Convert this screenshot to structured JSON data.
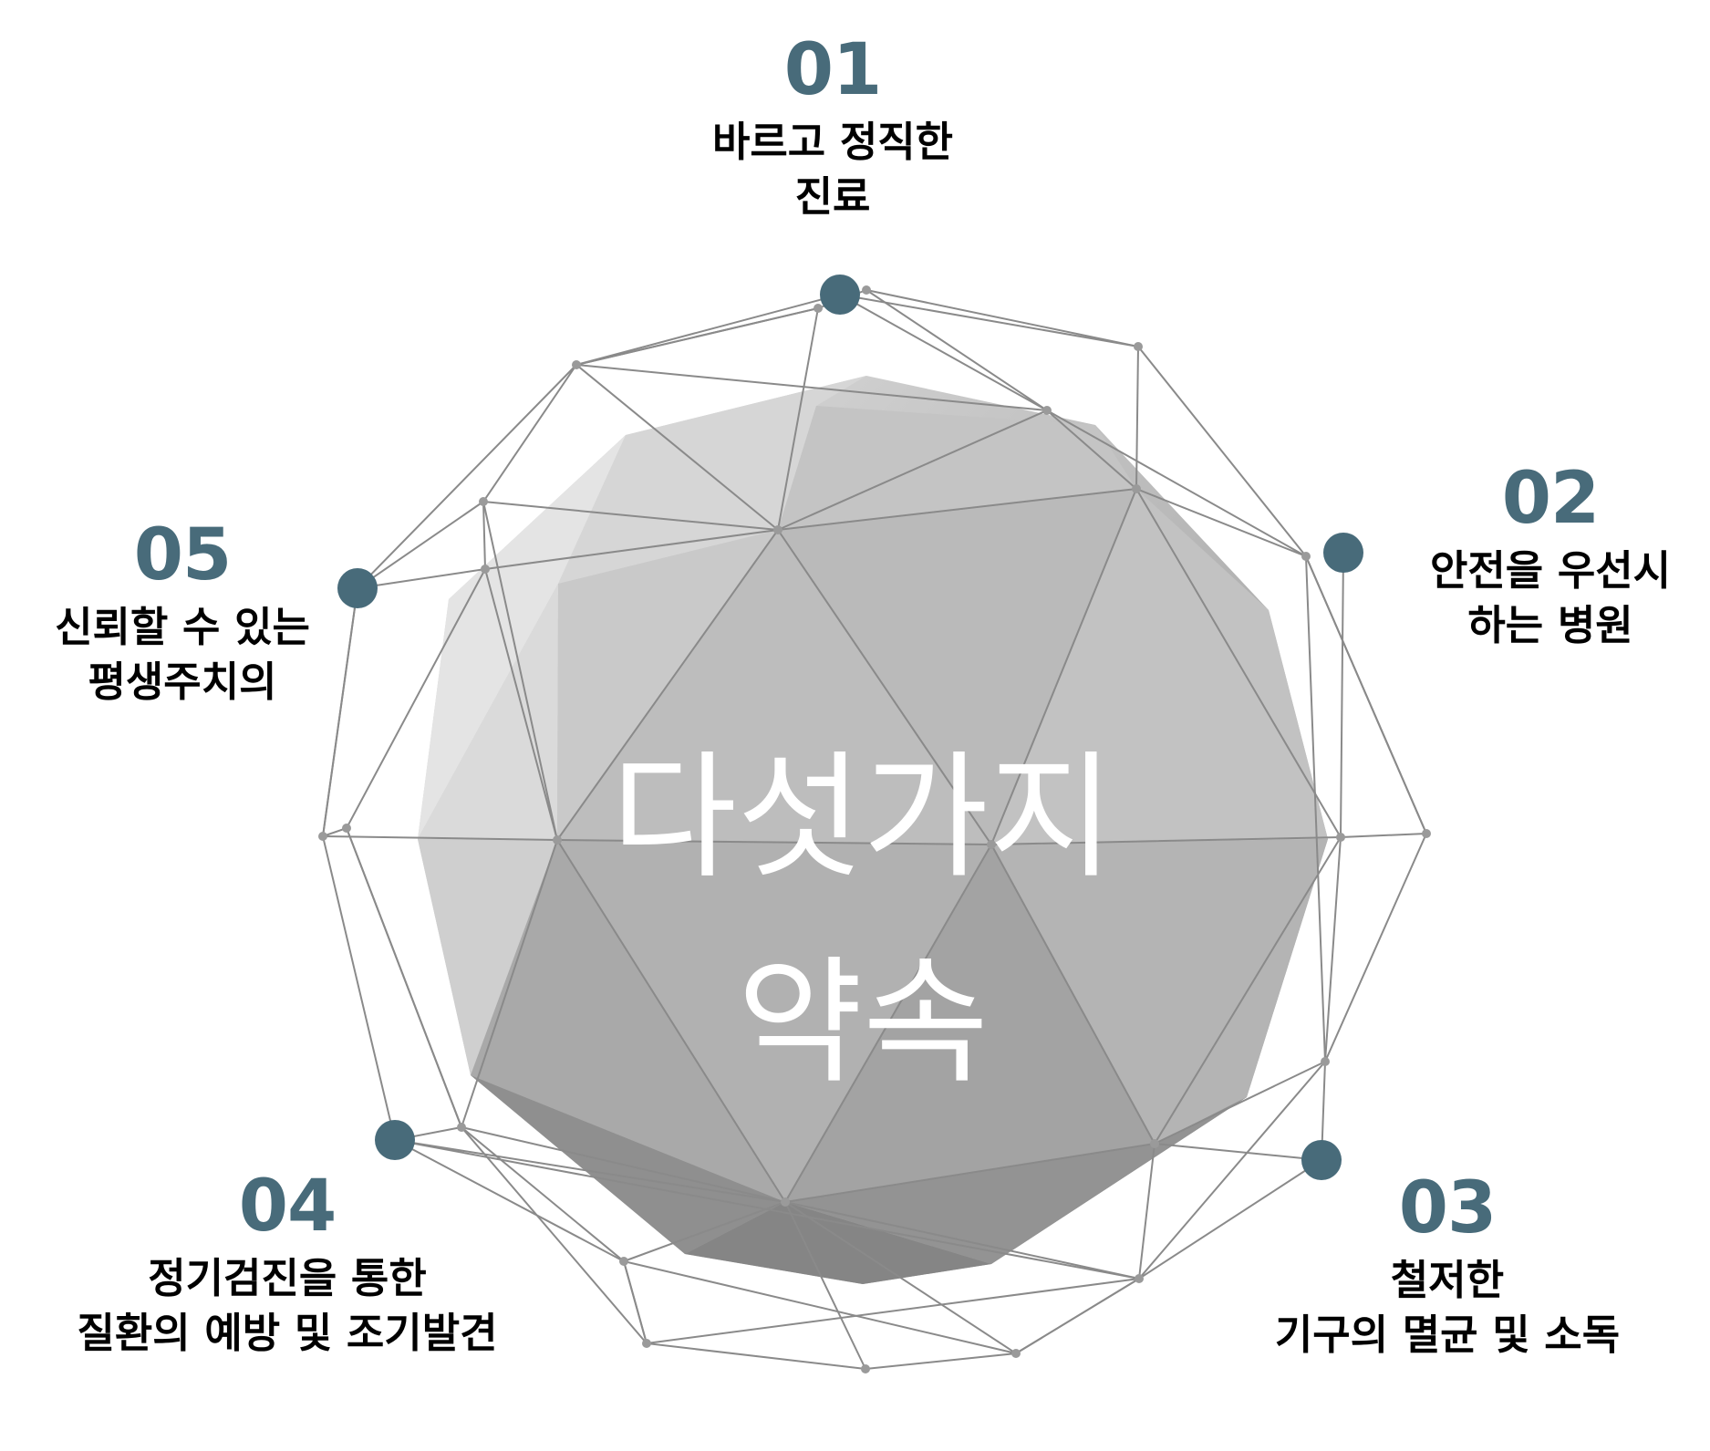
{
  "title": {
    "line1": "다섯가지",
    "line2": "약속"
  },
  "colors": {
    "accent": "#486b7a",
    "label_text": "#000000",
    "title_text": "#ffffff",
    "wire": "#8a8a8a"
  },
  "promises": [
    {
      "number": "01",
      "lines": [
        "바르고 정직한",
        "진료"
      ]
    },
    {
      "number": "02",
      "lines": [
        "안전을 우선시",
        "하는 병원"
      ]
    },
    {
      "number": "03",
      "lines": [
        "철저한",
        "기구의 멸균 및 소독"
      ]
    },
    {
      "number": "04",
      "lines": [
        "정기검진을 통한",
        "질환의 예방 및 조기발견"
      ]
    },
    {
      "number": "05",
      "lines": [
        "신뢰할 수 있는",
        "평생주치의"
      ]
    }
  ]
}
